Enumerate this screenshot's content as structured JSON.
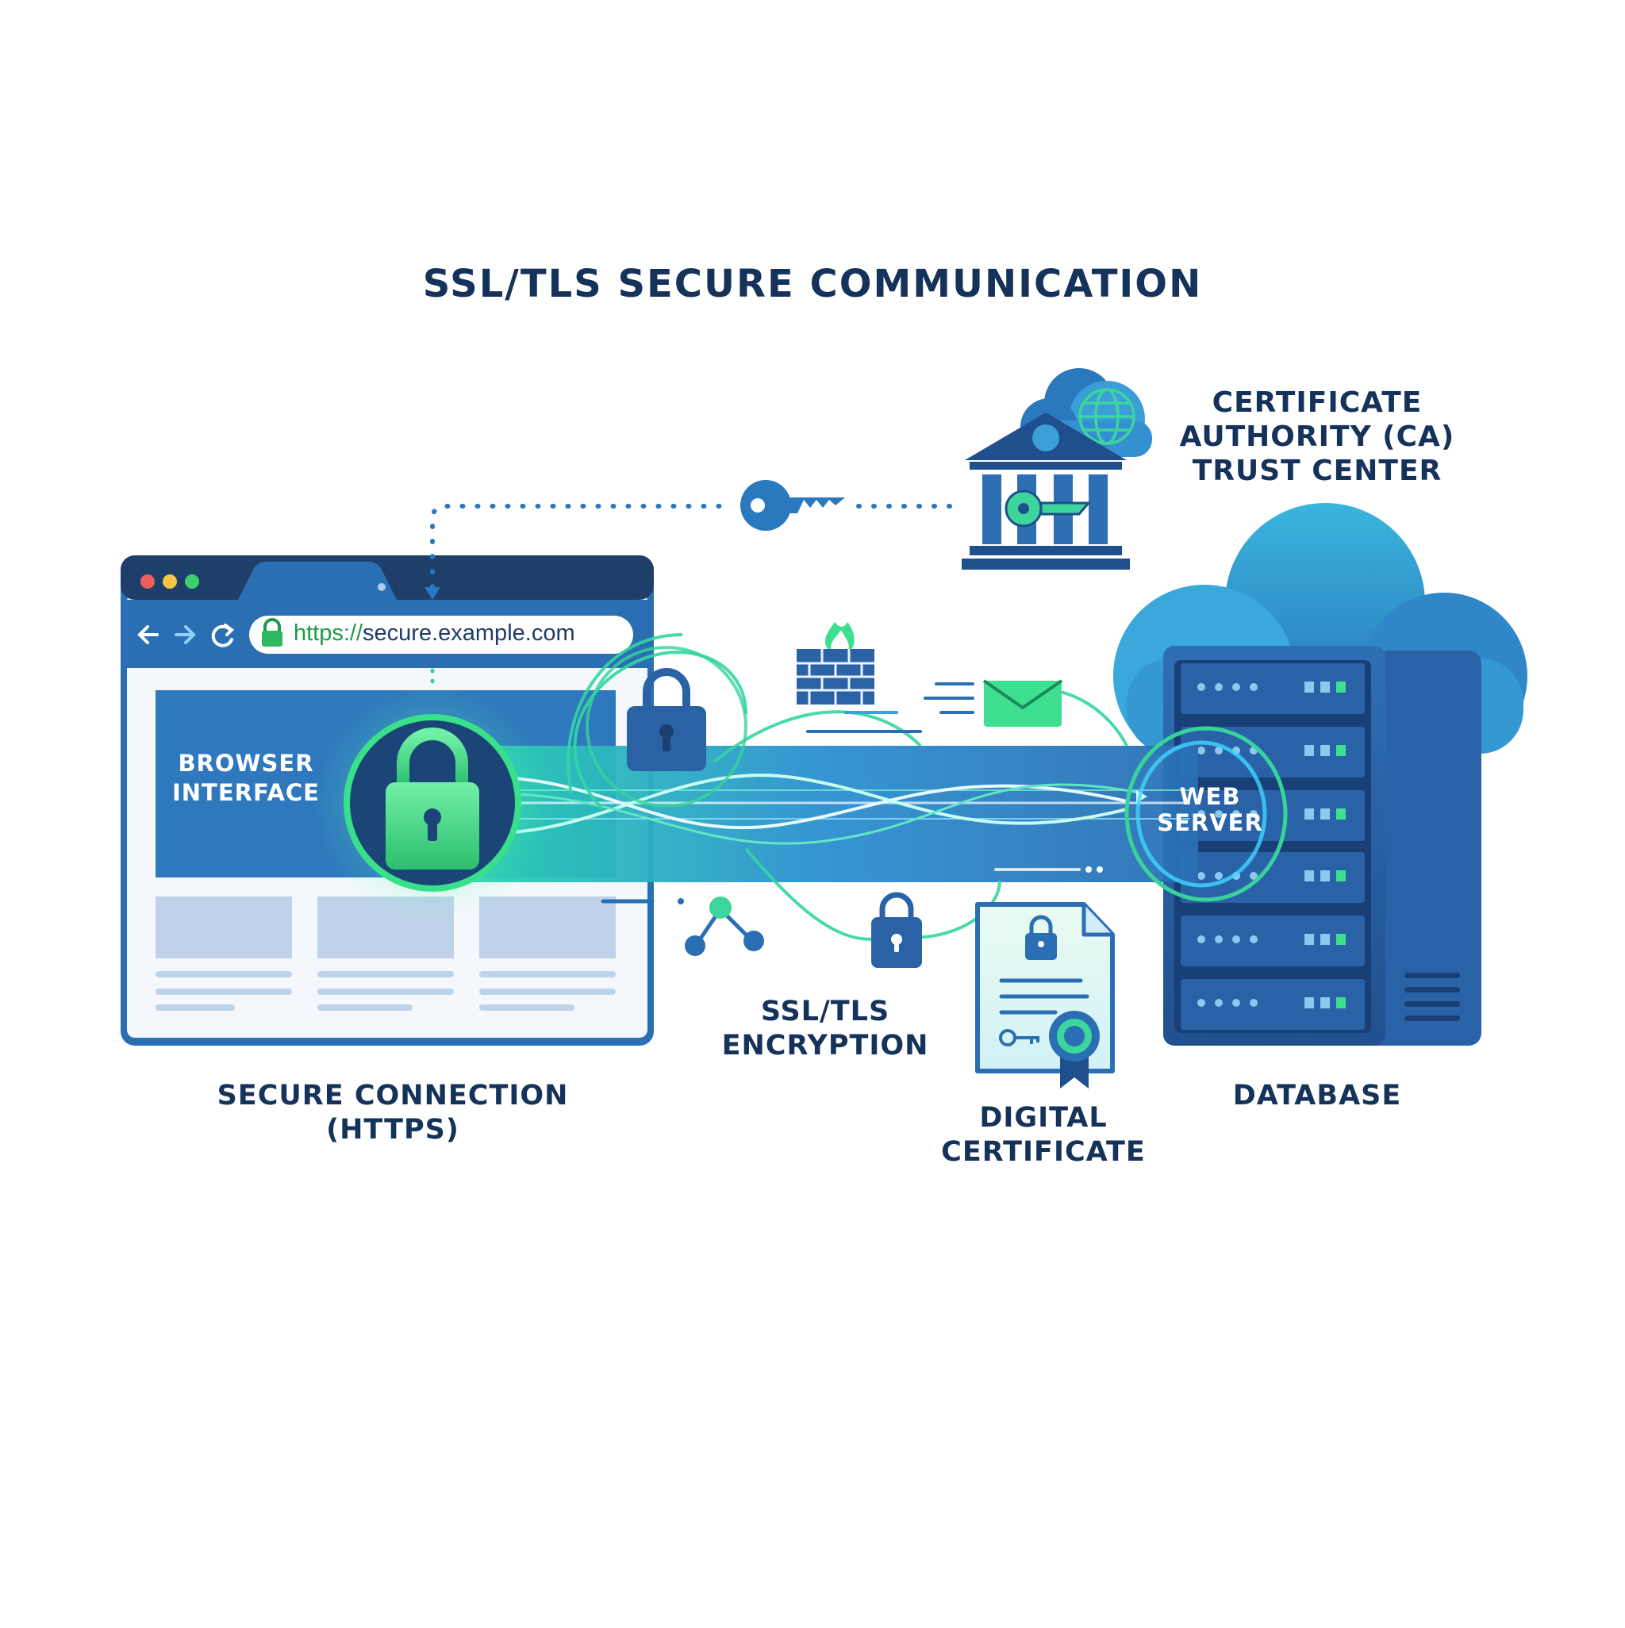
{
  "title": "SSL/TLS SECURE COMMUNICATION",
  "ca_label": [
    "CERTIFICATE",
    "AUTHORITY (CA)",
    "TRUST CENTER"
  ],
  "browser": {
    "url_scheme": "https://",
    "url_host": "secure.example.com",
    "interface_label": [
      "BROWSER",
      "INTERFACE"
    ]
  },
  "web_server_label": [
    "WEB",
    "SERVER"
  ],
  "bottom_labels": {
    "secure_connection": [
      "SECURE CONNECTION",
      "(HTTPS)"
    ],
    "encryption": [
      "SSL/TLS",
      "ENCRYPTION"
    ],
    "certificate": [
      "DIGITAL",
      "CERTIFICATE"
    ],
    "database": [
      "DATABASE"
    ]
  },
  "colors": {
    "navy": "#15325a",
    "blue": "#2a6fb3",
    "light_blue": "#3ea6d8",
    "green": "#39d98a",
    "teal": "#22c1c3"
  },
  "icons": [
    "bank-icon",
    "cloud-icon",
    "globe-icon",
    "key-icon",
    "lock-icon",
    "firewall-icon",
    "fire-icon",
    "envelope-icon",
    "share-icon",
    "certificate-icon",
    "badge-icon",
    "server-icon"
  ]
}
